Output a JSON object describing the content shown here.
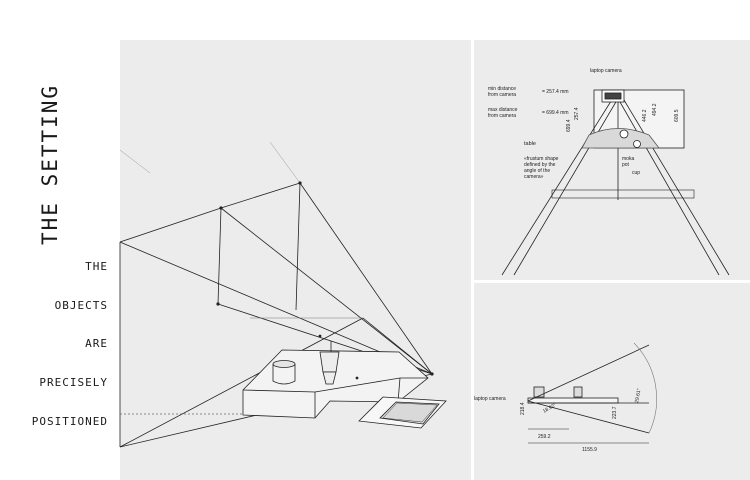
{
  "title": "THE SETTING",
  "words": [
    "THE",
    "OBJECTS",
    "ARE",
    "PRECISELY",
    "POSITIONED"
  ],
  "top_view": {
    "laptop_camera": "laptop camera",
    "min_distance": "min distance\nfrom camera",
    "min_value": "= 257.4 mm",
    "max_distance": "max distance\nfrom camera",
    "max_value": "= 699.4 mm",
    "table": "table",
    "frustum_note": "«frustum shape\ndefined by the\nangle of the\ncamera»",
    "moka": "moka\npot",
    "cup": "cup",
    "dims": [
      "257.4",
      "699.4",
      "494.2",
      "446.2",
      "609.5"
    ]
  },
  "side_view": {
    "laptop_camera": "laptop camera",
    "dims": [
      "218.4",
      "259.2",
      "1155.9",
      "223.7",
      "18.92°",
      "29.61°"
    ]
  }
}
